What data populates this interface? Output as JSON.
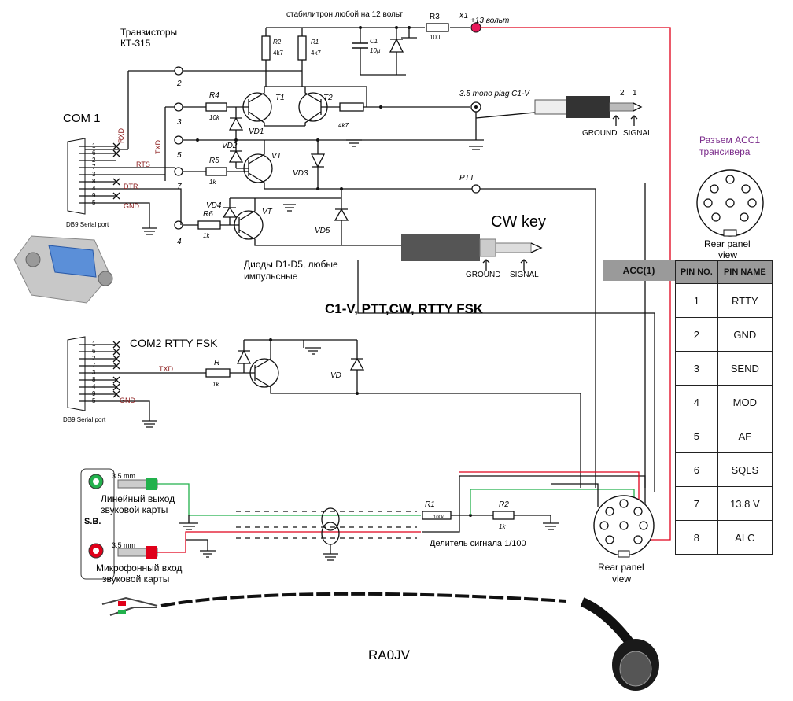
{
  "texts": {
    "stabilitron": "стабилитрон любой на 12 вольт",
    "transistors_line1": "Транзисторы",
    "transistors_line2": "КТ-315",
    "com1": "COM 1",
    "com2": "COM2 RTTY FSK",
    "db9_label_1": "DB9 Serial port",
    "db9_label_2": "DB9 Serial port",
    "x1": "X1",
    "plus13": "+13 вольт",
    "r3": "R3",
    "r3_val": "100",
    "r2": "R2",
    "r2_val": "4k7",
    "r1": "R1",
    "r1_val": "4k7",
    "c1": "C1",
    "c1_val": "10µ",
    "r4": "R4",
    "r4_val": "10k",
    "r5": "R5",
    "r5_val": "1k",
    "r6": "R6",
    "r6_val": "1k",
    "r_top_val": "4k7",
    "t1": "T1",
    "t2": "T2",
    "vt1": "VT",
    "vt2": "VT",
    "vd1": "VD1",
    "vd2": "VD2",
    "vd3": "VD3",
    "vd4": "VD4",
    "vd5": "VD5",
    "vd": "VD",
    "n2": "2",
    "n3": "3",
    "n5": "5",
    "n7": "7",
    "n4": "4",
    "mono_plug": "3.5 mono plag C1-V",
    "num2": "2",
    "num1": "1",
    "ground1": "GROUND",
    "signal1": "SIGNAL",
    "ground2": "GROUND",
    "signal2": "SIGNAL",
    "ptt": "PTT",
    "cw_key": "CW key",
    "diodes_line1": "Диоды D1-D5, любые",
    "diodes_line2": "импульсные",
    "main_title": "C1-V, PTT,CW, RTTY FSK",
    "rts": "RTS",
    "rxd": "RXD",
    "txd_v": "TXD",
    "dtr": "DTR",
    "gnd1": "GND",
    "txd2": "TXD",
    "gnd2": "GND",
    "r_fsk": "R",
    "r_fsk_val": "1k",
    "acc_connector_line1": "Разъем ACC1",
    "acc_connector_line2": "трансивера",
    "rear1_line1": "Rear panel",
    "rear1_line2": "view",
    "rear2_line1": "Rear panel",
    "rear2_line2": "view",
    "mm1": "3.5 mm",
    "mm2": "3.5 mm",
    "line_out_1": "Линейный выход",
    "line_out_2": "звуковой карты",
    "mic_in_1": "Микрофонный вход",
    "mic_in_2": "звуковой карты",
    "sb": "S.B.",
    "r1_bottom": "R1",
    "r1_bottom_val": "100k",
    "r2_bottom": "R2",
    "r2_bottom_val": "1k",
    "divider": "Делитель сигнала 1/100",
    "author": "RA0JV"
  },
  "db9_pins": [
    "1",
    "6",
    "2",
    "7",
    "3",
    "8",
    "4",
    "9",
    "5"
  ],
  "acc_table": {
    "header": "ACC(1)",
    "col1": "PIN NO.",
    "col2": "PIN NAME",
    "rows": [
      {
        "no": "1",
        "name": "RTTY"
      },
      {
        "no": "2",
        "name": "GND"
      },
      {
        "no": "3",
        "name": "SEND"
      },
      {
        "no": "4",
        "name": "MOD"
      },
      {
        "no": "5",
        "name": "AF"
      },
      {
        "no": "6",
        "name": "SQLS"
      },
      {
        "no": "7",
        "name": "13.8 V"
      },
      {
        "no": "8",
        "name": "ALC"
      }
    ]
  },
  "colors": {
    "wire": "#111111",
    "power_wire": "#e0001a",
    "audio_green": "#22b14c",
    "x1_dot": "#e8195a",
    "table_header": "#9a9a9a",
    "db9_blue": "#5b8fd8"
  }
}
